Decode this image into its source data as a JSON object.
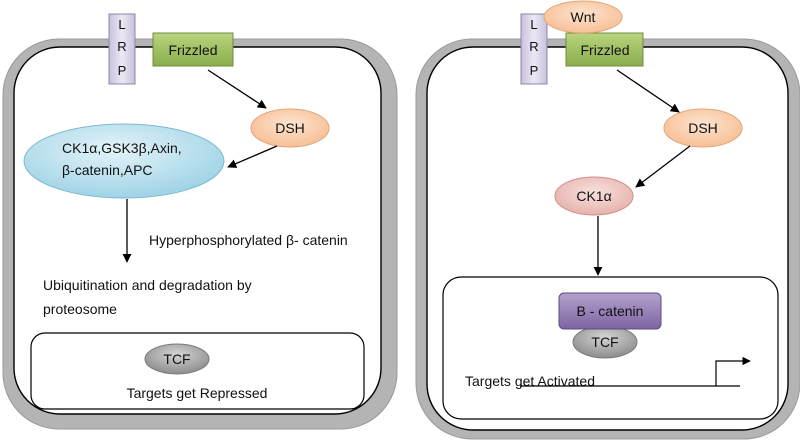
{
  "left_panel": {
    "lrp_letters": [
      "L",
      "R",
      "P"
    ],
    "frizzled": "Frizzled",
    "dsh": "DSH",
    "complex_line1": "CK1α,GSK3β,Axin,",
    "complex_line2": "β-catenin,APC",
    "hyperphosphorylated": "Hyperphosphorylated β- catenin",
    "ubiquitination_line1": "Ubiquitination and degradation by",
    "ubiquitination_line2": "proteosome",
    "tcf": "TCF",
    "targets": "Targets get Repressed"
  },
  "right_panel": {
    "wnt": "Wnt",
    "lrp_letters": [
      "L",
      "R",
      "P"
    ],
    "frizzled": "Frizzled",
    "dsh": "DSH",
    "ck1a": "CK1α",
    "b_catenin": "B - catenin",
    "tcf": "TCF",
    "targets_prefix": "Targets ",
    "targets_suffix": "get Activated"
  },
  "colors": {
    "lrp_fill": "#ddd6ea",
    "frizzled_fill": "#9bbb59",
    "dsh_fill": "#fbd2b4",
    "complex_fill": "#b9e0ee",
    "ck1a_fill": "#efc9c6",
    "catenin_fill": "#8e77b0",
    "tcf_fill": "#a6a6a6",
    "cell_border": "#9a9a9a"
  }
}
